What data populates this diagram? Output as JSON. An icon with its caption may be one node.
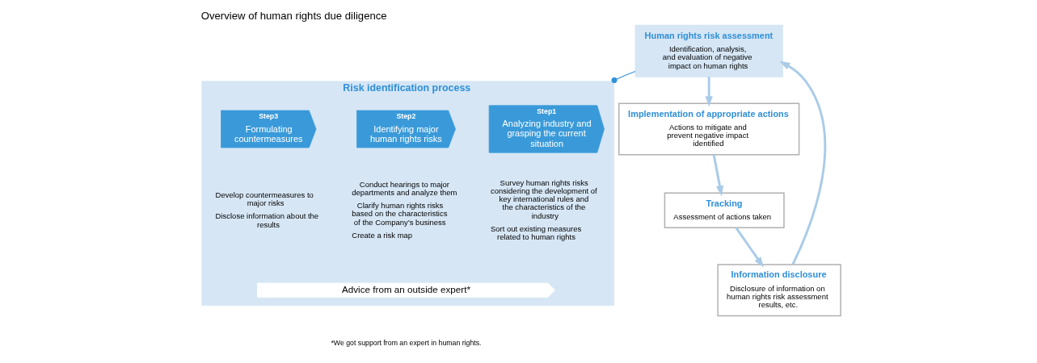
{
  "diagram": {
    "title": "Overview of human rights due diligence",
    "caption": "*We got support from an expert in human rights.",
    "nodes": [
      {
        "text": [
          "Human rights risk assessment",
          "Identification, analysis, and evaluation of negative impact on human rights"
        ]
      },
      {
        "text": [
          "Implementation of appropriate actions",
          "Actions to mitigate and prevent negative impact identified"
        ]
      },
      {
        "text": [
          "Tracking",
          "Assessment of actions taken"
        ]
      },
      {
        "text": [
          "Information disclosure",
          "Disclosure of information on human rights risk assessment results, etc."
        ]
      },
      {
        "text": [
          "Risk identification process"
        ]
      },
      {
        "text": [
          "Step1",
          "Analyzing industry and grasping the current situation"
        ],
        "in": 4,
        "beside": [
          "Survey human rights risks considering the development of key international rules and the characteristics of the industry",
          "Sort out existing measures related to human rights"
        ]
      },
      {
        "text": [
          "Step2",
          "Identifying major human rights risks"
        ],
        "in": 4,
        "beside": [
          "Conduct hearings to major departments and analyze them",
          "Clarify human rights risks based on the characteristics of the Company’s business",
          "Create a risk map"
        ]
      },
      {
        "text": [
          "Step3",
          "Formulating countermeasures"
        ],
        "in": 4,
        "beside": [
          "Develop countermeasures to major risks",
          "Disclose information about the results"
        ]
      },
      {
        "text": [
          "Advice from an outside expert*"
        ],
        "in": 4
      }
    ],
    "edges": [
      {
        "from": 0,
        "to": 1,
        "arrow": "to"
      },
      {
        "from": 1,
        "to": 2,
        "arrow": "to"
      },
      {
        "from": 2,
        "to": 3,
        "arrow": "to"
      },
      {
        "from": 3,
        "to": 0,
        "arrow": "to"
      },
      {
        "from": 0,
        "to": 4,
        "arrow": "other",
        "color": "#2f8fd8"
      }
    ]
  }
}
